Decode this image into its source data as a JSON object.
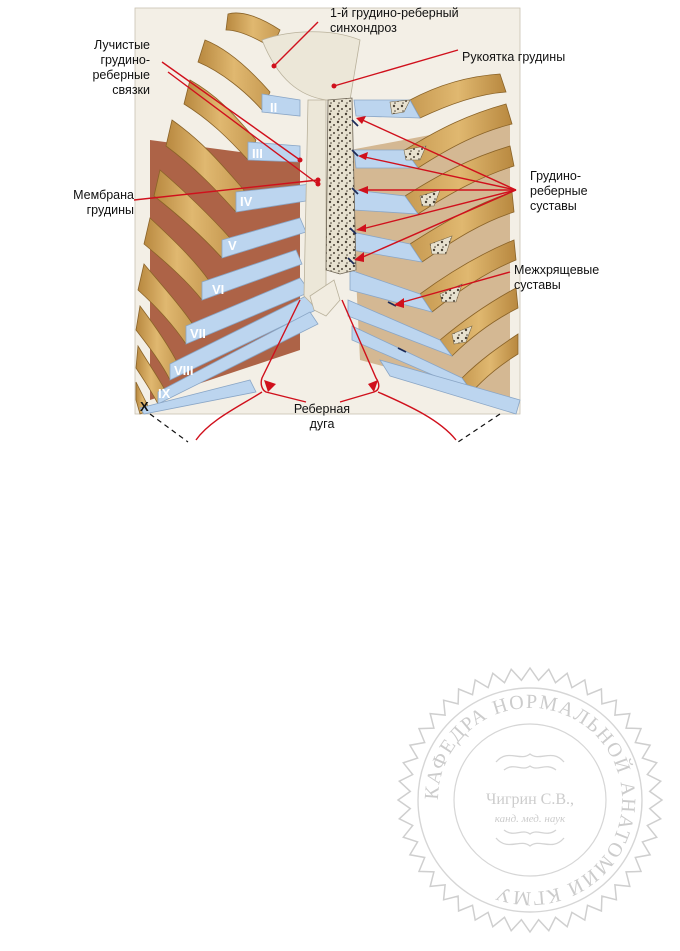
{
  "labels": {
    "synchondrosis": [
      "1-й грудино-реберный",
      "синхондроз"
    ],
    "manubrium": [
      "Рукоятка грудины"
    ],
    "radiate_ligaments": [
      "Лучистые",
      "грудино-",
      "реберные",
      "связки"
    ],
    "membrane": [
      "Мембрана",
      "грудины"
    ],
    "sternocostal_joints": [
      "Грудино-",
      "реберные",
      "суставы"
    ],
    "interchondral_joints": [
      "Межхрящевые",
      "суставы"
    ],
    "costal_arch": [
      "Реберная",
      "дуга"
    ]
  },
  "rib_numbers": [
    "II",
    "III",
    "IV",
    "V",
    "VI",
    "VII",
    "VIII",
    "IX",
    "X"
  ],
  "seal": {
    "ring_text": "КАФЕДРА НОРМАЛЬНОЙ АНАТОМИИ КГМУ",
    "name": "Чигрин С.В.,",
    "degree": "канд. мед. наук"
  },
  "colors": {
    "rib": "#d2a760",
    "rib_dark": "#a87a35",
    "cartilage": "#bdd5ee",
    "muscle": "#9c4a2c",
    "sternum": "#e9e4d6",
    "pointer": "#d0101c",
    "seal": "#cccccc"
  }
}
